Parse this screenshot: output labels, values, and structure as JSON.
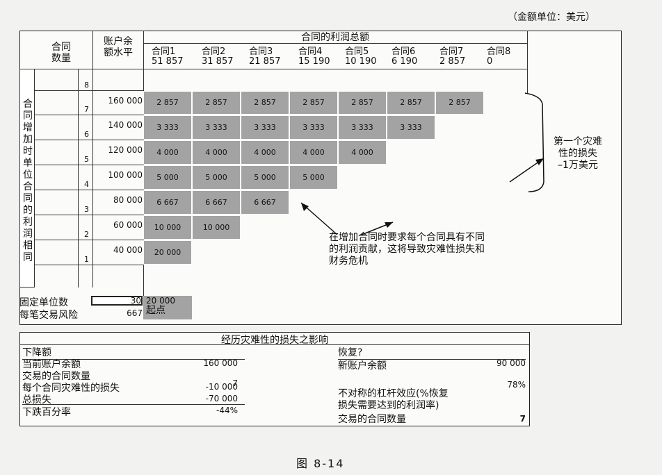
{
  "unit_note": "（金额单位：美元）",
  "header": {
    "contract_count": [
      "合同",
      "数量"
    ],
    "account_level": [
      "账户余",
      "额水平"
    ],
    "profit_total": "合同的利润总额",
    "contracts": [
      {
        "name": "合同1",
        "value": "51 857"
      },
      {
        "name": "合同2",
        "value": "31 857"
      },
      {
        "name": "合同3",
        "value": "21 857"
      },
      {
        "name": "合同4",
        "value": "15 190"
      },
      {
        "name": "合同5",
        "value": "10 190"
      },
      {
        "name": "合同6",
        "value": "6 190"
      },
      {
        "name": "合同7",
        "value": "2 857"
      },
      {
        "name": "合同8",
        "value": "0"
      }
    ]
  },
  "side_label": "合同增加时单位合同的利润相同",
  "rows": [
    {
      "index": "8",
      "account": "",
      "cells": []
    },
    {
      "index": "7",
      "account": "160 000",
      "cells": [
        "2 857",
        "2 857",
        "2 857",
        "2 857",
        "2 857",
        "2 857",
        "2 857"
      ]
    },
    {
      "index": "6",
      "account": "140 000",
      "cells": [
        "3 333",
        "3 333",
        "3 333",
        "3 333",
        "3 333",
        "3 333"
      ]
    },
    {
      "index": "5",
      "account": "120 000",
      "cells": [
        "4 000",
        "4 000",
        "4 000",
        "4 000",
        "4 000"
      ]
    },
    {
      "index": "4",
      "account": "100 000",
      "cells": [
        "5 000",
        "5 000",
        "5 000",
        "5 000"
      ]
    },
    {
      "index": "3",
      "account": "80 000",
      "cells": [
        "6 667",
        "6 667",
        "6 667"
      ]
    },
    {
      "index": "2",
      "account": "60 000",
      "cells": [
        "10 000",
        "10 000"
      ]
    },
    {
      "index": "1",
      "account": "40 000",
      "cells": [
        "20 000"
      ]
    }
  ],
  "footer": {
    "fixed_units_label": "固定单位数",
    "fixed_units_value": "30",
    "risk_label": "每笔交易风险",
    "risk_value": "667",
    "start_amount": "20 000",
    "start_label": "起点"
  },
  "callouts": {
    "disaster": [
      "第一个灾难",
      "性的损失",
      "–1万美元"
    ],
    "note": [
      "在增加合同时要求每个合同具有不同",
      "的利润贡献，这将导致灾难性损失和",
      "财务危机"
    ]
  },
  "impact": {
    "title": "经历灾难性的损失之影响",
    "left": {
      "heading": "下降额",
      "items": [
        {
          "label": "当前账户余额",
          "value": "160 000"
        },
        {
          "label": "交易的合同数量",
          "value": "7"
        },
        {
          "label": "每个合同灾难性的损失",
          "value": "-10 000"
        },
        {
          "label": "总损失",
          "value": "-70 000"
        },
        {
          "label": "下跌百分率",
          "value": "-44%"
        }
      ]
    },
    "right": {
      "heading": "恢复?",
      "items": [
        {
          "label": "新账户余额",
          "value": "90 000"
        },
        {
          "label": "不对称的杠杆效应(%恢复",
          "value": "78%"
        },
        {
          "label": "损失需要达到的利润率)",
          "value": ""
        },
        {
          "label": "交易的合同数量",
          "value": "7"
        }
      ]
    }
  },
  "caption": "图  8-14"
}
